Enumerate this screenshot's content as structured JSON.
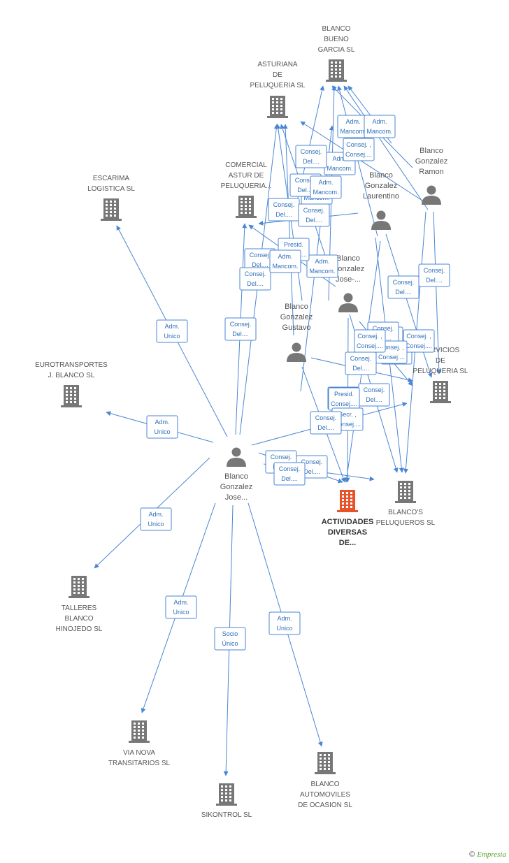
{
  "colors": {
    "edge": "#4a86d4",
    "company": "#777777",
    "highlight": "#e8542a",
    "person": "#777777"
  },
  "companies": [
    {
      "id": "bbg",
      "label": [
        "BLANCO",
        "BUENO",
        "GARCIA  SL"
      ]
    },
    {
      "id": "ast",
      "label": [
        "ASTURIANA",
        "DE",
        "PELUQUERIA SL"
      ]
    },
    {
      "id": "com",
      "label": [
        "COMERCIAL",
        "ASTUR DE",
        "PELUQUERIA..."
      ]
    },
    {
      "id": "esc",
      "label": [
        "ESCARIMA",
        "LOGISTICA SL"
      ]
    },
    {
      "id": "eur",
      "label": [
        "EUROTRANSPORTES",
        "J.  BLANCO SL"
      ]
    },
    {
      "id": "ser",
      "label": [
        "SERVICIOS",
        "DE",
        "PELUQUERIA SL"
      ]
    },
    {
      "id": "act",
      "label": [
        "ACTIVIDADES",
        "DIVERSAS",
        "DE..."
      ],
      "highlight": true
    },
    {
      "id": "bpe",
      "label": [
        "BLANCO'S",
        "PELUQUEROS SL"
      ]
    },
    {
      "id": "tal",
      "label": [
        "TALLERES",
        "BLANCO",
        "HINOJEDO SL"
      ]
    },
    {
      "id": "via",
      "label": [
        "VIA NOVA",
        "TRANSITARIOS SL"
      ]
    },
    {
      "id": "sik",
      "label": [
        "SIKONTROL SL"
      ]
    },
    {
      "id": "aut",
      "label": [
        "BLANCO",
        "AUTOMOVILES",
        "DE OCASION SL"
      ]
    }
  ],
  "persons": [
    {
      "id": "ram",
      "label": [
        "Blanco",
        "Gonzalez",
        "Ramon"
      ]
    },
    {
      "id": "lau",
      "label": [
        "Blanco",
        "Gonzalez",
        "Laurentino"
      ]
    },
    {
      "id": "jo1",
      "label": [
        "Blanco",
        "Gonzalez",
        "Jose-..."
      ]
    },
    {
      "id": "gus",
      "label": [
        "Blanco",
        "Gonzalez",
        "Gustavo"
      ]
    },
    {
      "id": "jo2",
      "label": [
        "Blanco",
        "Gonzalez",
        "Jose..."
      ]
    }
  ],
  "relations": [
    [
      "Adm.",
      "Unico"
    ],
    [
      "Adm.",
      "Unico"
    ],
    [
      "Adm.",
      "Unico"
    ],
    [
      "Adm.",
      "Unico"
    ],
    [
      "Socio",
      "Único"
    ],
    [
      "Adm.",
      "Unico"
    ],
    [
      "Consej.",
      "Del...."
    ],
    [
      "Consej.",
      "Del...."
    ],
    [
      "Adm.",
      "Mancom."
    ],
    [
      "Consej.",
      "Del...."
    ],
    [
      "Consej.",
      "Del...."
    ],
    [
      "Presid.",
      "Consej...."
    ],
    [
      "Consej.",
      "Del...."
    ],
    [
      "Adm.",
      "Mancom."
    ],
    [
      "Consej.",
      "Del...."
    ],
    [
      "Adm.",
      "Mancom."
    ],
    [
      "Adm.",
      "Mancom."
    ],
    [
      "Consej. ,",
      "Consej...."
    ],
    [
      "Consej.",
      "Del...."
    ],
    [
      "Consej.",
      "Del...."
    ],
    [
      "Consej.",
      "Del...."
    ],
    [
      "Consej.",
      "Del...."
    ],
    [
      "Consej.",
      "Del...."
    ],
    [
      "Consej.",
      "Del...."
    ],
    [
      "Presid.",
      "Consej...."
    ],
    [
      "Consej.",
      "Del...."
    ],
    [
      "Consej. ,",
      "Consej...."
    ],
    [
      "Consej.",
      "Del...."
    ],
    [
      "Consej.",
      "Del...."
    ],
    [
      "Presid.",
      "Consej...."
    ],
    [
      "Secr. ,",
      "Consej...."
    ],
    [
      "Consej.",
      "Del...."
    ],
    [
      "Consej. ,",
      "Consej...."
    ],
    [
      "Consej.",
      "Del...."
    ],
    [
      "Consej.",
      "Del...."
    ],
    [
      "Adm.",
      "Mancom."
    ],
    [
      "Consej. ,",
      "Consej...."
    ],
    [
      "Adm.",
      "Mancom."
    ],
    [
      "Adm.",
      "Mancom."
    ]
  ],
  "footer": {
    "copyright": "©",
    "brand": "Empresia"
  }
}
